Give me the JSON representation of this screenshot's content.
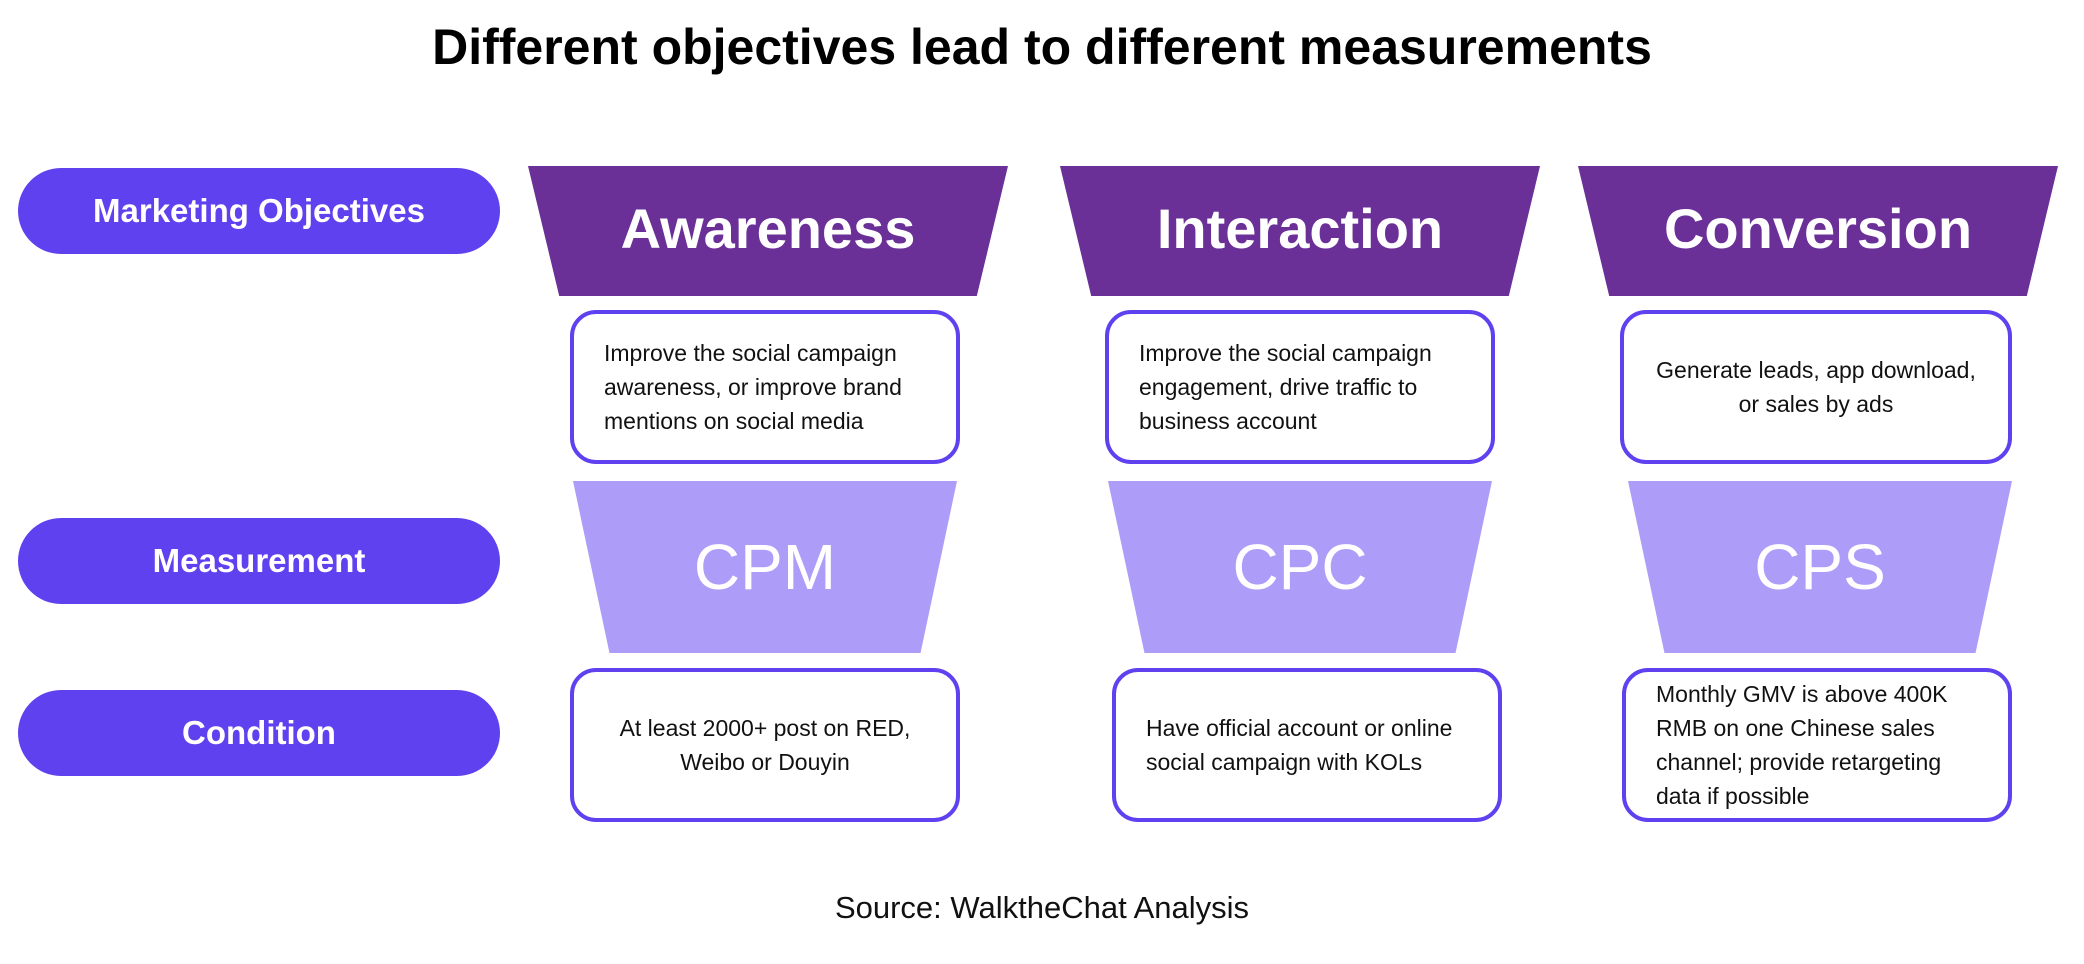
{
  "title": "Different objectives lead to different measurements",
  "row_labels": {
    "objectives": "Marketing Objectives",
    "measurement": "Measurement",
    "condition": "Condition"
  },
  "columns": [
    {
      "objective": "Awareness",
      "objective_description": "Improve the social campaign awareness, or improve brand mentions on social media",
      "measurement": "CPM",
      "condition": "At least 2000+ post on RED, Weibo or Douyin"
    },
    {
      "objective": "Interaction",
      "objective_description": "Improve the social campaign engagement, drive traffic to business account",
      "measurement": "CPC",
      "condition": "Have official account or online social campaign with KOLs"
    },
    {
      "objective": "Conversion",
      "objective_description": "Generate leads, app download, or sales by ads",
      "measurement": "CPS",
      "condition": "Monthly GMV is above 400K RMB on one Chinese sales channel; provide retargeting data if possible"
    }
  ],
  "source": "Source: WalktheChat Analysis",
  "colors": {
    "label_blue": "#6041f0",
    "header_purple": "#6b2f98",
    "metric_lavender": "#ad9cf8"
  }
}
